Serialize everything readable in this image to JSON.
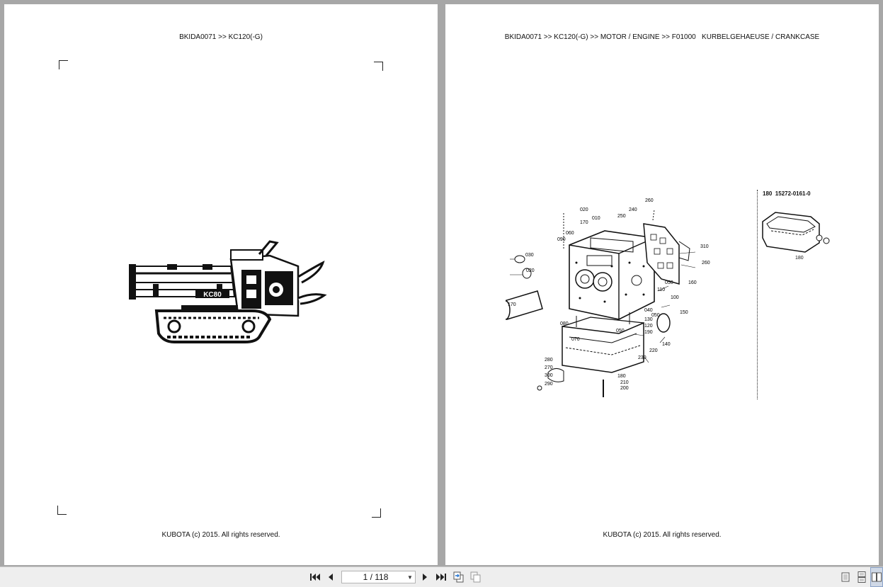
{
  "left_page": {
    "header": "BKIDA0071 >> KC120(-G)",
    "footer": "KUBOTA (c) 2015. All rights reserved.",
    "illustration": {
      "icon": "tracked-carrier-illustration",
      "label": "KC80"
    }
  },
  "right_page": {
    "header": "BKIDA0071 >> KC120(-G) >> MOTOR / ENGINE >> F01000   KURBELGEHAEUSE / CRANKCASE",
    "footer": "KUBOTA (c) 2015. All rights reserved.",
    "inset_title": "180  15272-0161-0",
    "inset_label": "180",
    "part_labels": [
      "260",
      "240",
      "250",
      "020",
      "010",
      "170",
      "060",
      "090",
      "030",
      "020",
      "310",
      "260",
      "050",
      "160",
      "110",
      "100",
      "040",
      "050",
      "150",
      "130",
      "120",
      "190",
      "080",
      "050",
      "070",
      "140",
      "220",
      "230",
      "280",
      "270",
      "300",
      "180",
      "210",
      "200",
      "290",
      "170"
    ]
  },
  "toolbar": {
    "page_indicator": "1 / 118",
    "icons": [
      "first-page-icon",
      "prev-page-icon",
      "next-page-icon",
      "last-page-icon",
      "rotate-icon",
      "copy-icon",
      "single-page-view-icon",
      "continuous-view-icon",
      "two-page-view-icon"
    ]
  }
}
